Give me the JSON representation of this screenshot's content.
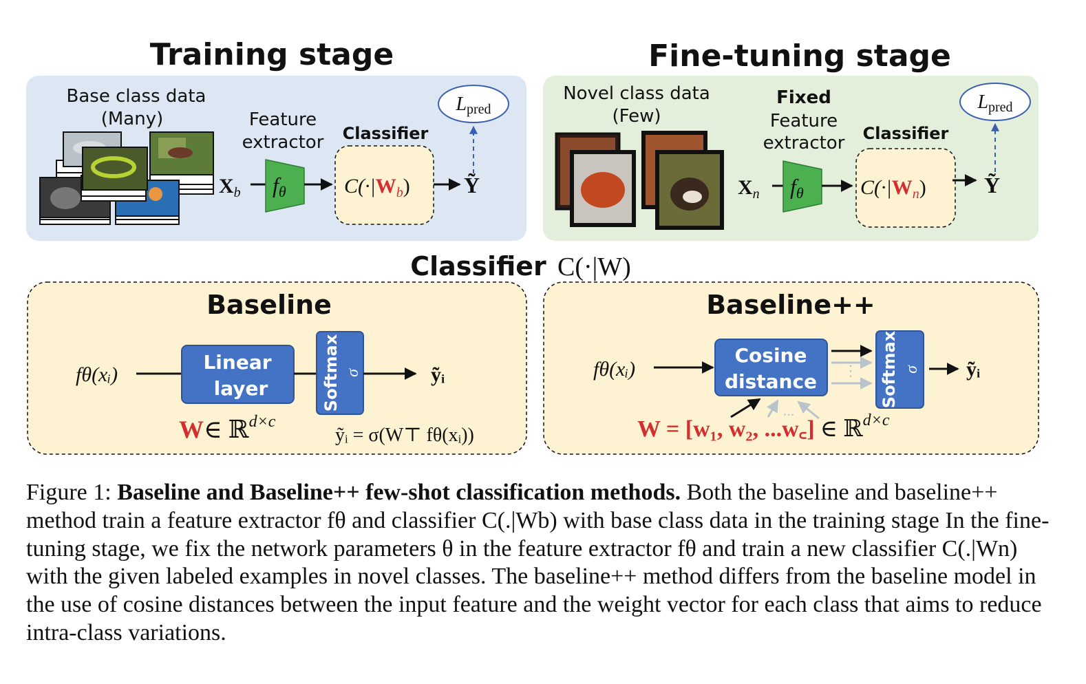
{
  "training": {
    "title": "Training stage",
    "data_label_1": "Base class data",
    "data_label_2": "(Many)",
    "extractor_1": "Feature",
    "extractor_2": "extractor",
    "classifier": "Classifier",
    "input": "X",
    "input_sub": "b",
    "f": "f",
    "f_sub": "θ",
    "clf_pre": "C(·|",
    "clf_w": "W",
    "clf_sub": "b",
    "clf_post": ")",
    "output": "Ỹ",
    "loss": "L",
    "loss_sub": "pred"
  },
  "finetune": {
    "title": "Fine-tuning stage",
    "data_label_1": "Novel class data",
    "data_label_2": "(Few)",
    "fixed": "Fixed",
    "extractor_1": "Feature",
    "extractor_2": "extractor",
    "classifier": "Classifier",
    "input": "X",
    "input_sub": "n",
    "f": "f",
    "f_sub": "θ",
    "clf_pre": "C(·|",
    "clf_w": "W",
    "clf_sub": "n",
    "clf_post": ")",
    "output": "Ỹ",
    "loss": "L",
    "loss_sub": "pred"
  },
  "classifier_heading": {
    "label": "Classifier",
    "formula": "C(·|W)"
  },
  "baseline": {
    "title": "Baseline",
    "input": "fθ(xᵢ)",
    "layer_1": "Linear",
    "layer_2": "layer",
    "softmax": "Softmax",
    "sigma": "σ",
    "output": "ỹᵢ",
    "w_red": "W",
    "w_rest": "∈ ℝ",
    "w_sup": "d×c",
    "eq": "ỹᵢ = σ(W⊤ fθ(xᵢ))"
  },
  "baselinepp": {
    "title": "Baseline++",
    "input": "fθ(xᵢ)",
    "cos_1": "Cosine",
    "cos_2": "distance",
    "softmax": "Softmax",
    "sigma": "σ",
    "output": "ỹᵢ",
    "dots": "...",
    "w_red": "W = [w₁, w₂, ...w꜀]",
    "w_rest": "∈ ℝ",
    "w_sup": "d×c"
  },
  "caption": {
    "label": "Figure 1:",
    "bold": "Baseline and Baseline++ few-shot classification methods.",
    "text": "Both the baseline and baseline++ method train a feature extractor fθ and classifier C(.|Wb) with base class data in the training stage In the fine-tuning stage, we fix the network parameters θ in the feature extractor fθ and train a new classifier C(.|Wn) with the given labeled examples in novel classes. The baseline++ method differs from the baseline model in the use of cosine distances between the input feature and the weight vector for each class that aims to reduce intra-class variations."
  },
  "colors": {
    "panel_blue": "#dde7f4",
    "panel_green": "#e3eedb",
    "panel_yellow": "#fdf3d2",
    "extractor_green": "#4caf50",
    "box_blue": "#4472c4",
    "red": "#d32f2f",
    "loss_blue": "#3a5fb0"
  }
}
